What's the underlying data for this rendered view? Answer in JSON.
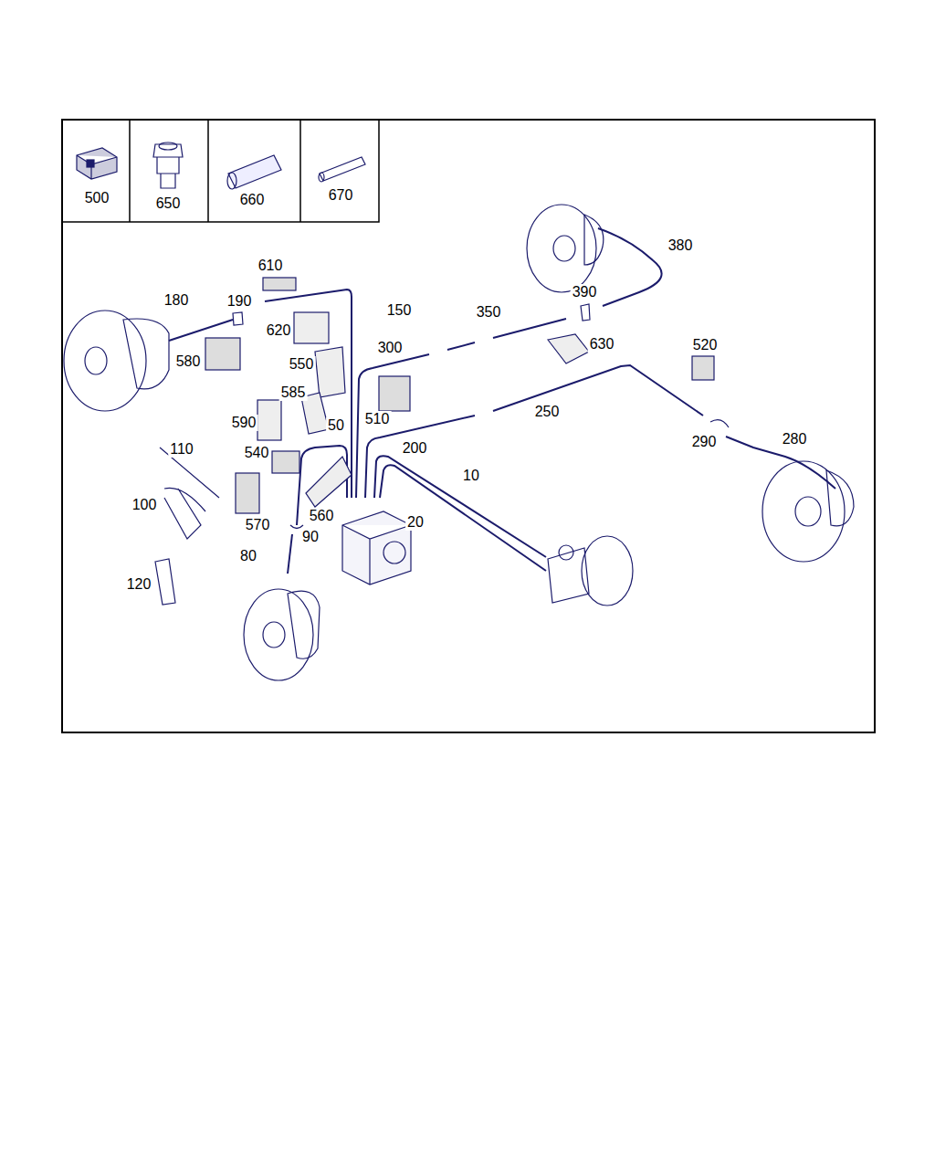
{
  "diagram": {
    "labels": [
      "500",
      "650",
      "660",
      "670",
      "380",
      "610",
      "180",
      "190",
      "150",
      "350",
      "390",
      "620",
      "300",
      "630",
      "520",
      "580",
      "550",
      "585",
      "510",
      "250",
      "590",
      "50",
      "290",
      "280",
      "110",
      "540",
      "200",
      "10",
      "100",
      "560",
      "20",
      "570",
      "90",
      "80",
      "120"
    ]
  }
}
